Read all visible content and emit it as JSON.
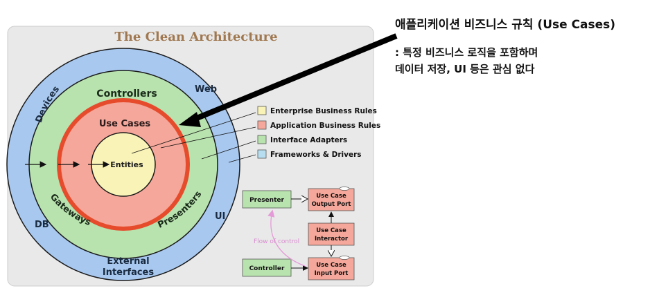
{
  "diagram": {
    "title": "The Clean Architecture",
    "rings": {
      "frameworks": {
        "labels": [
          "Devices",
          "Web",
          "DB",
          "UI",
          "External",
          "Interfaces"
        ],
        "color": "#a8c8ef"
      },
      "adapters": {
        "labels": [
          "Controllers",
          "Gateways",
          "Presenters"
        ],
        "color": "#b8e2ae"
      },
      "use_cases": {
        "label": "Use Cases",
        "color": "#f4a79a",
        "border_color": "#e64b2c"
      },
      "entities": {
        "label": "Entities",
        "color": "#f9f3b8"
      }
    },
    "legend": [
      {
        "label": "Enterprise Business Rules",
        "color": "#f9f3b8"
      },
      {
        "label": "Application Business Rules",
        "color": "#f4a79a"
      },
      {
        "label": "Interface Adapters",
        "color": "#b8e2ae"
      },
      {
        "label": "Frameworks & Drivers",
        "color": "#b7def0"
      }
    ],
    "flow": {
      "presenter": "Presenter",
      "controller": "Controller",
      "output_port": [
        "Use Case",
        "Output Port"
      ],
      "interactor": [
        "Use Case",
        "Interactor"
      ],
      "input_port": [
        "Use Case",
        "Input Port"
      ],
      "flow_of_control": "Flow of control"
    }
  },
  "annotation": {
    "title": "애플리케이션 비즈니스 규칙 (Use Cases)",
    "line1": ": 특정 비즈니스 로직을 포함하며",
    "line2": "데이터 저장, UI 등은 관심 없다"
  }
}
